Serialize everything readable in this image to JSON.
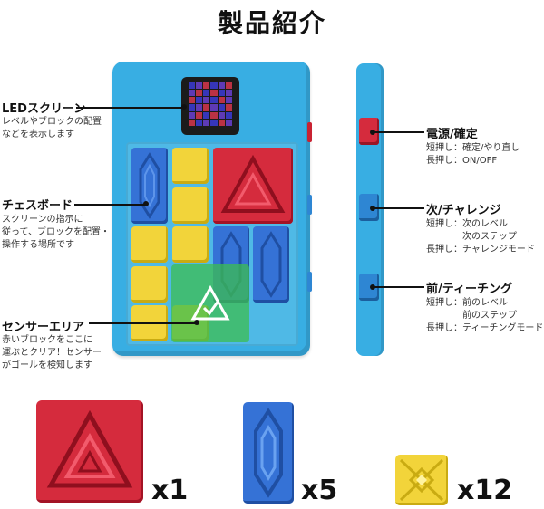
{
  "title": "製品紹介",
  "callouts": {
    "led": {
      "heading": "LEDスクリーン",
      "lines": [
        "レベルやブロックの配置",
        "などを表示します"
      ]
    },
    "board": {
      "heading": "チェスボード",
      "lines": [
        "スクリーンの指示に",
        "従って、ブロックを配置・",
        "操作する場所です"
      ]
    },
    "sensor": {
      "heading": "センサーエリア",
      "lines": [
        "赤いブロックをここに",
        "運ぶとクリア！センサー",
        "がゴールを検知します"
      ]
    },
    "power": {
      "heading": "電源/確定",
      "lines": [
        "短押し：確定/やり直し",
        "長押し：ON/OFF"
      ]
    },
    "next": {
      "heading": "次/チャレンジ",
      "lines": [
        "短押し：次のレベル",
        "　　　　次のステップ",
        "長押し：チャレンジモード"
      ]
    },
    "prev": {
      "heading": "前/ティーチング",
      "lines": [
        "短押し：前のレベル",
        "　　　　前のステップ",
        "長押し：ティーチングモード"
      ]
    }
  },
  "pieces": {
    "red": {
      "count": "x1"
    },
    "blue": {
      "count": "x5"
    },
    "yellow": {
      "count": "x12"
    }
  },
  "colors": {
    "device": "#38aee3",
    "red": "#d52b3d",
    "blue": "#3572d6",
    "yellow": "#f2d43a",
    "sensor": "#3cbe50"
  }
}
